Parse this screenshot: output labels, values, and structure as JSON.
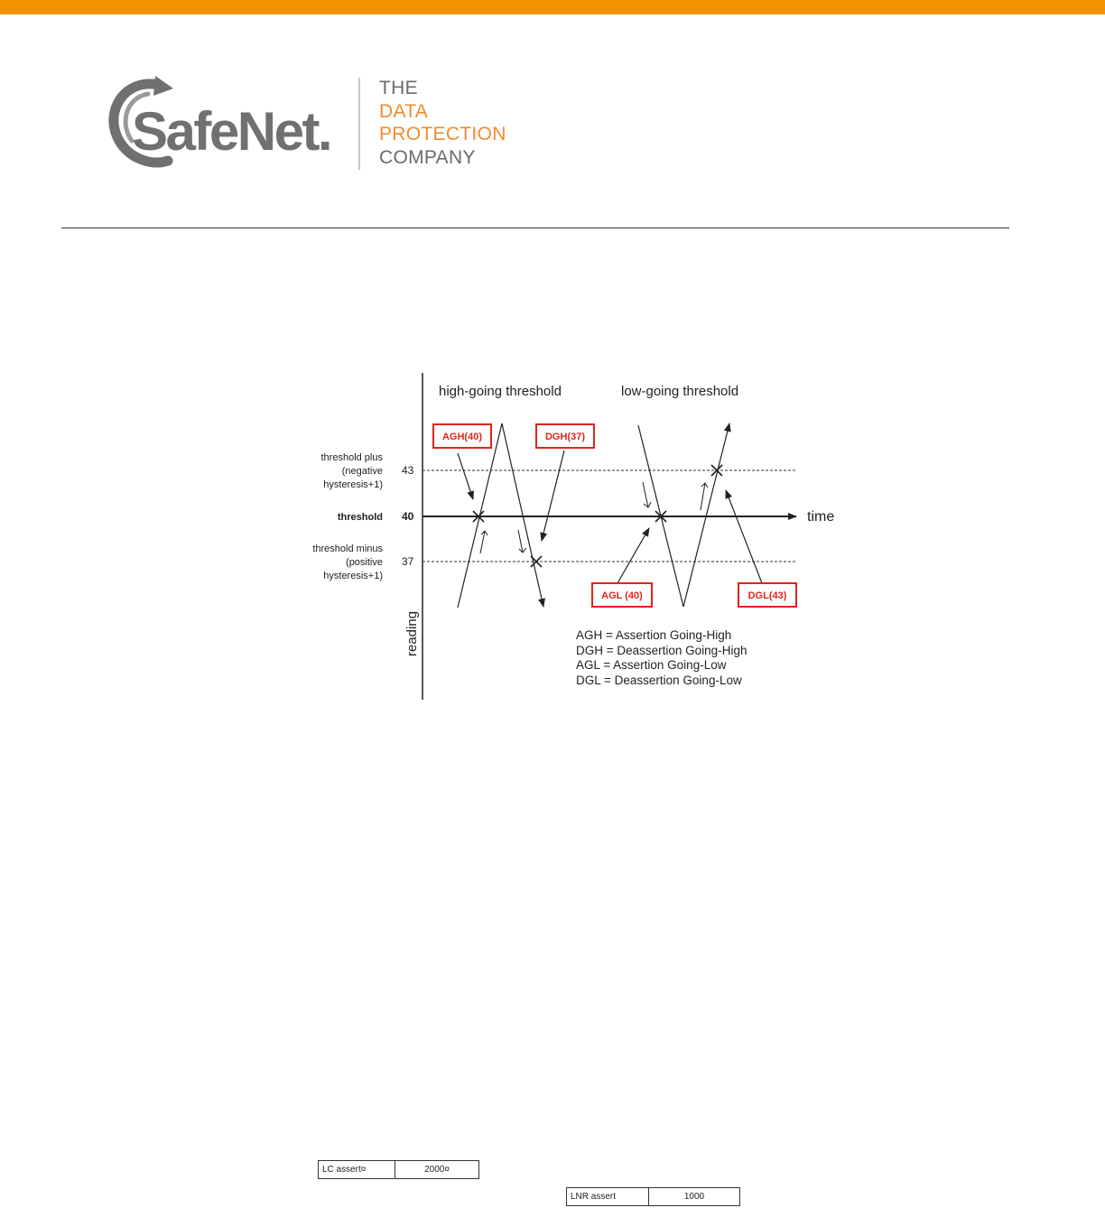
{
  "header": {
    "brand_name": "SafeNet.",
    "tagline": [
      "THE",
      "DATA",
      "PROTECTION",
      "COMPANY"
    ],
    "colors": {
      "accent_bar": "#f39200",
      "tagline_orange": "#f08c2e",
      "tagline_gray": "#6b6b6b",
      "logo_gray": "#707070"
    }
  },
  "diagram": {
    "titles": {
      "high": "high-going threshold",
      "low": "low-going threshold"
    },
    "axis": {
      "x_label": "time",
      "y_label": "reading"
    },
    "levels": [
      {
        "value": "43",
        "label_lines": [
          "threshold plus",
          "(negative",
          "hysteresis+1)"
        ],
        "bold": false
      },
      {
        "value": "40",
        "label_lines": [
          "threshold"
        ],
        "bold": true
      },
      {
        "value": "37",
        "label_lines": [
          "threshold minus",
          "(positive",
          "hysteresis+1)"
        ],
        "bold": false
      }
    ],
    "events": {
      "agh": "AGH(40)",
      "dgh": "DGH(37)",
      "agl": "AGL (40)",
      "dgl": "DGL(43)"
    },
    "legend": [
      "AGH = Assertion Going-High",
      "DGH = Deassertion Going-High",
      "AGL = Assertion Going-Low",
      "DGL = Deassertion Going-Low"
    ],
    "colors": {
      "event_box": "#e2231a",
      "line": "#222222"
    }
  },
  "tables": [
    {
      "cells": [
        "LC assert¤",
        "2000¤"
      ]
    },
    {
      "cells": [
        "LNR assert",
        "1000"
      ]
    }
  ]
}
